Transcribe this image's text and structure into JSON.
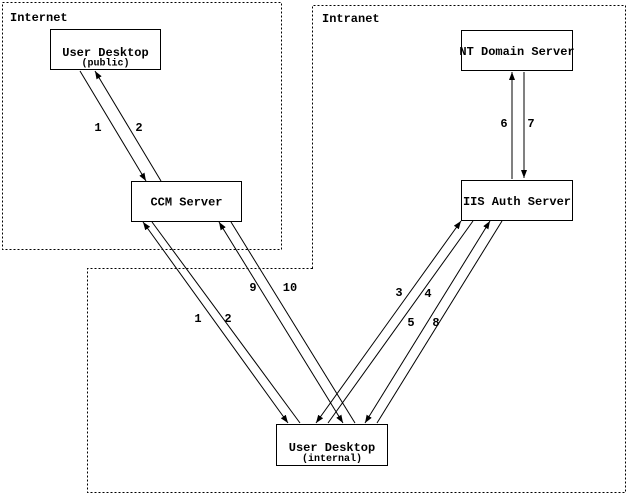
{
  "page": {
    "background": "#ffffff",
    "ink": "#000000"
  },
  "diagram": {
    "regions": {
      "internet": {
        "label": "Internet"
      },
      "intranet": {
        "label": "Intranet"
      }
    },
    "nodes": {
      "user_desktop_public": {
        "title": "User Desktop",
        "subtitle": "(public)"
      },
      "nt_domain_server": {
        "title": "NT Domain Server"
      },
      "ccm_server": {
        "title": "CCM Server"
      },
      "iis_auth_server": {
        "title": "IIS Auth Server"
      },
      "user_desktop_internal": {
        "title": "User Desktop",
        "subtitle": "(internal)"
      }
    },
    "edge_labels": {
      "public_ccm": [
        "1",
        "2"
      ],
      "nt_iis": [
        "6",
        "7"
      ],
      "internal_ccm": [
        "1",
        "2"
      ],
      "ccm_internal_return": [
        "9",
        "10"
      ],
      "internal_iis_a": [
        "3",
        "4"
      ],
      "internal_iis_b": [
        "5",
        "8"
      ]
    }
  }
}
